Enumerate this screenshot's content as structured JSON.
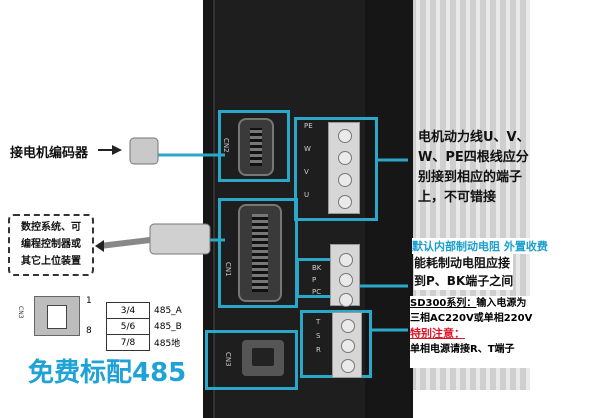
{
  "left": {
    "encoder_label": "接电机编码器",
    "cnc_box": [
      "数控系统、可",
      "编程控制器或",
      "其它上位装置"
    ],
    "rj45_pins_top": "1",
    "rj45_pins_bottom": "8",
    "rj45_icon_label": "CN3",
    "pin_table": [
      {
        "pins": "3/4",
        "signal": "485_A"
      },
      {
        "pins": "5/6",
        "signal": "485_B"
      },
      {
        "pins": "7/8",
        "signal": "485地"
      }
    ],
    "free_text": "免费标配485"
  },
  "drive": {
    "cn2": "CN2",
    "cn1": "CN1",
    "cn3": "CN3",
    "motor_terminals": [
      "PE",
      "W",
      "V",
      "U"
    ],
    "brake_terminals": [
      "BK",
      "P",
      "PC"
    ],
    "power_terminals": [
      "T",
      "S",
      "R"
    ]
  },
  "right": {
    "motor_note": [
      "电机动力线U、V、",
      "W、PE四根线应分",
      "别接到相应的端子",
      "上，不可错接"
    ],
    "brake_title": "默认内部制动电阻 外置收费",
    "brake_note": [
      "能耗制动电阻应接",
      "到P、BK端子之间"
    ],
    "series_title": "SD300系列：",
    "series_note": "输入电源为",
    "series_note2": "三相AC220V或单相220V",
    "attention": "特别注意：",
    "attention_note": "单相电源请接R、T端子"
  },
  "colors": {
    "highlight": "#2aa7c9",
    "warning": "#e0142a",
    "accent": "#1a9fd0"
  }
}
